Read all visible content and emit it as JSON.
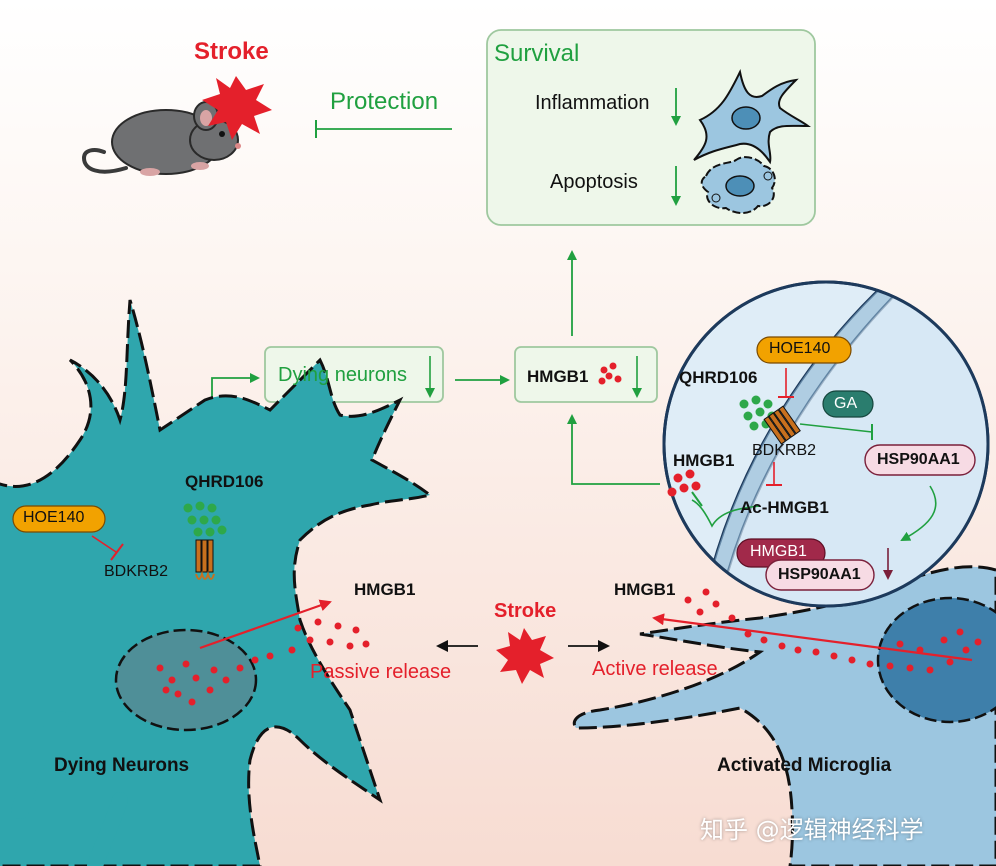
{
  "colors": {
    "green": "#20a040",
    "red": "#e4202b",
    "neuron_teal": "#2fa6ad",
    "microglia_blue": "#9cc6e0",
    "orange_badge": "#f2a200",
    "gray_box_fill": "#eef7ea"
  },
  "top": {
    "stroke_label": "Stroke",
    "protection_label": "Protection",
    "survival_title": "Survival",
    "inflammation_label": "Inflammation",
    "apoptosis_label": "Apoptosis"
  },
  "middle": {
    "dying_neurons_label": "Dying neurons",
    "hmgb1_label": "HMGB1"
  },
  "neuron": {
    "hoe140_label": "HOE140",
    "bdkrb2_label": "BDKRB2",
    "qhrd106_label": "QHRD106",
    "hmgb1_label": "HMGB1",
    "passive_release_label": "Passive release",
    "caption": "Dying Neurons"
  },
  "center": {
    "stroke_label": "Stroke"
  },
  "microglia": {
    "hoe140_label": "HOE140",
    "qhrd106_label": "QHRD106",
    "ga_label": "GA",
    "bdkrb2_label": "BDKRB2",
    "hsp90aa1_label": "HSP90AA1",
    "hmgb1_label": "HMGB1",
    "ac_hmgb1_label": "Ac-HMGB1",
    "complex_hmgb1_label": "HMGB1",
    "complex_hsp90aa1_label": "HSP90AA1",
    "outside_hmgb1_label": "HMGB1",
    "active_release_label": "Active release",
    "caption": "Activated Microglia"
  },
  "watermark": "知乎 @逻辑神经科学"
}
